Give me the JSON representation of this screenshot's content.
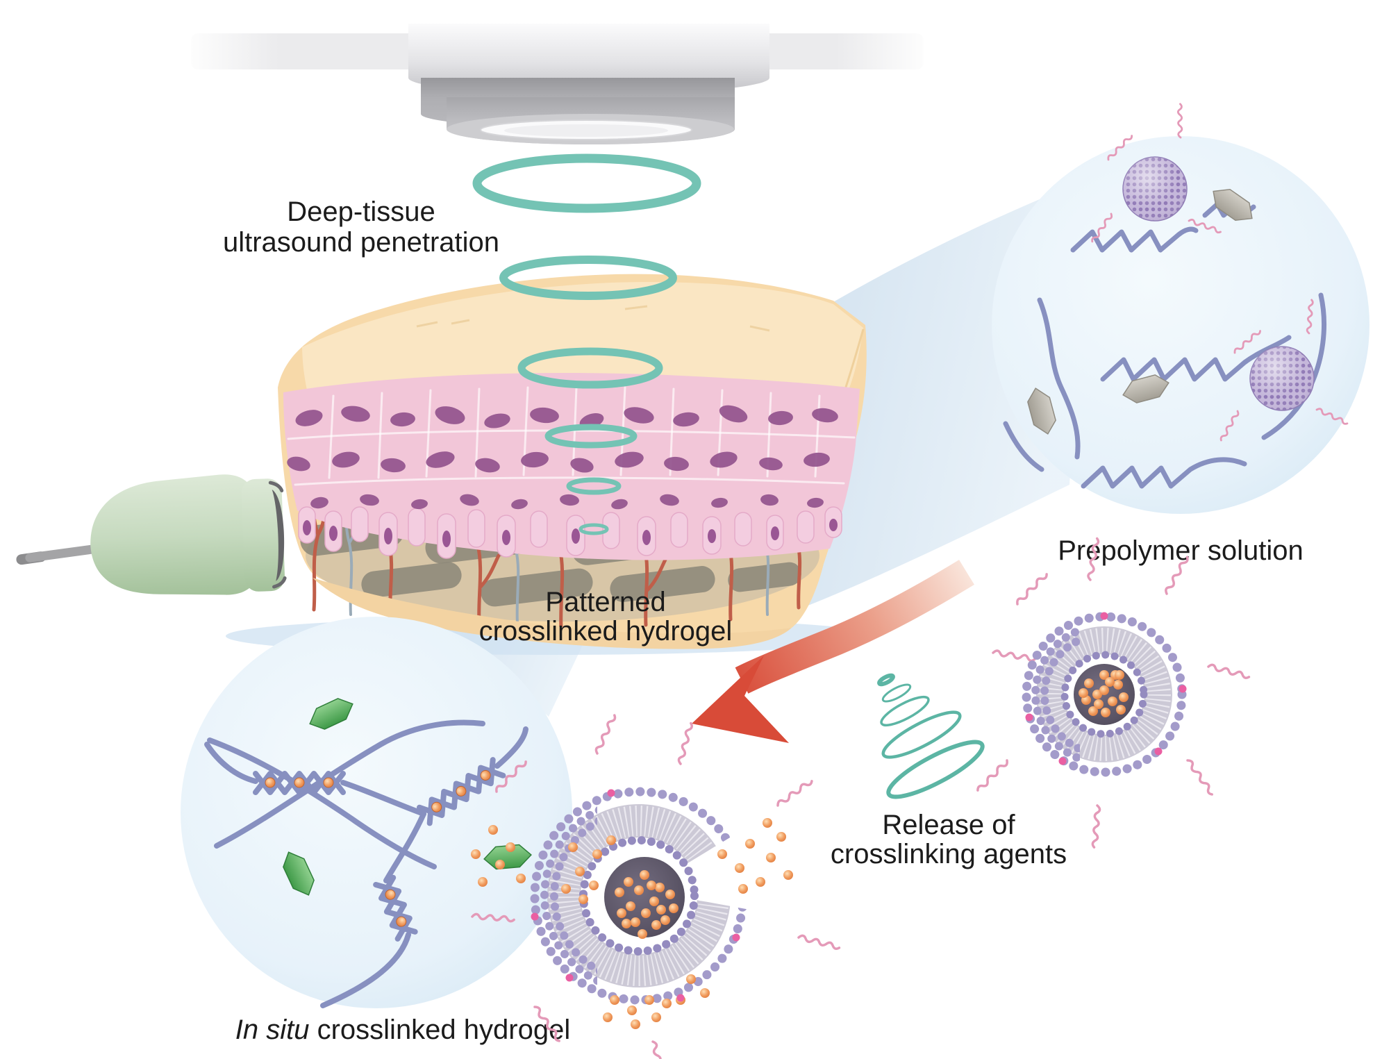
{
  "figure": {
    "type": "scientific-diagram",
    "topic": "deep-tissue ultrasound-triggered in situ crosslinking of hydrogel",
    "labels": {
      "deep_tissue": {
        "line1": "Deep-tissue",
        "line2": "ultrasound penetration"
      },
      "patterned": {
        "line1": "Patterned",
        "line2": "crosslinked hydrogel"
      },
      "prepolymer": "Prepolymer solution",
      "release": {
        "line1": "Release of",
        "line2": "crosslinking agents"
      },
      "in_situ": {
        "italic": "In situ",
        "rest": " crosslinked hydrogel"
      }
    },
    "components": [
      "ultrasound-transducer",
      "ultrasound-wave-rings",
      "tissue-cross-section",
      "handheld-ultrasound-probe",
      "prepolymer-solution-inset",
      "in-situ-hydrogel-inset",
      "liposome-intact",
      "liposome-ruptured",
      "release-arrow",
      "focused-ultrasound-spiral",
      "polymer-chains",
      "crosslinker-hexagons",
      "crosslinking-agent-dots"
    ],
    "colors": {
      "ultrasound_ring_teal": "#74c3b4",
      "tissue_tan": "#f7d9a9",
      "tissue_top_face": "#fae6c3",
      "epidermis_pink": "#f2c6d8",
      "cell_nucleus_purple": "#93538d",
      "vessel_red": "#c05e49",
      "vessel_gray": "#9aabb8",
      "hydrogel_gray": "#8b8678",
      "probe_green": "#c6dabf",
      "inset_blue": "#e3eff8",
      "polymer_chain_blue": "#8790c0",
      "crosslinker_orange": "#ed8952",
      "payload_green": "#4ea54e",
      "liposome_purple": "#a39bca",
      "liposome_core_dark": "#585263",
      "arrow_red": "#d84b38",
      "label_text": "#1b1b1b"
    }
  }
}
